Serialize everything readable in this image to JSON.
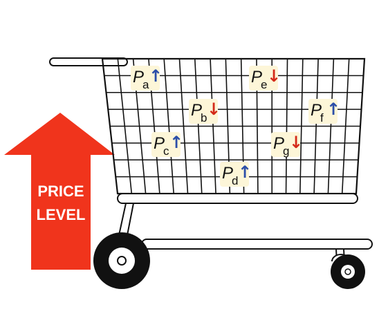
{
  "arrow_label": {
    "line1": "PRICE",
    "line2": "LEVEL"
  },
  "colors": {
    "arrow_red": "#f0341c",
    "up_blue": "#2b4ea8",
    "down_red": "#d42a1a",
    "label_bg": "#fdf6d8",
    "stroke": "#111111"
  },
  "prices": [
    {
      "id": "a",
      "symbol": "P",
      "subscript": "a",
      "direction": "up",
      "arrow": "↑"
    },
    {
      "id": "b",
      "symbol": "P",
      "subscript": "b",
      "direction": "down",
      "arrow": "↓"
    },
    {
      "id": "c",
      "symbol": "P",
      "subscript": "c",
      "direction": "up",
      "arrow": "↑"
    },
    {
      "id": "d",
      "symbol": "P",
      "subscript": "d",
      "direction": "up",
      "arrow": "↑"
    },
    {
      "id": "e",
      "symbol": "P",
      "subscript": "e",
      "direction": "down",
      "arrow": "↓"
    },
    {
      "id": "f",
      "symbol": "P",
      "subscript": "f",
      "direction": "up",
      "arrow": "↑"
    },
    {
      "id": "g",
      "symbol": "P",
      "subscript": "g",
      "direction": "down",
      "arrow": "↓"
    }
  ]
}
